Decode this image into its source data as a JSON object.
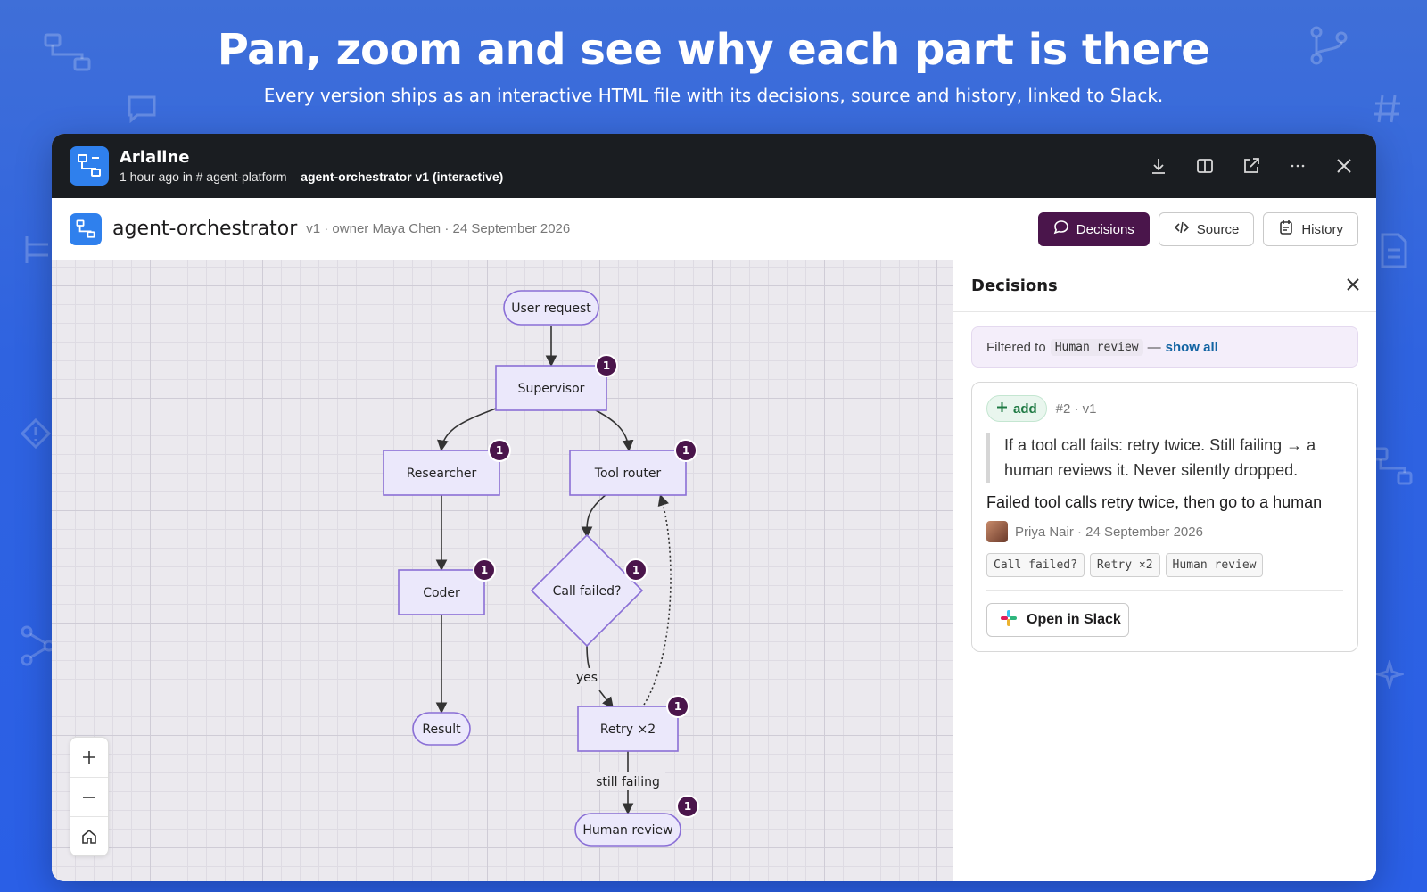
{
  "hero": {
    "title": "Pan, zoom and see why each part is there",
    "subtitle": "Every version ships as an interactive HTML file with its decisions, source and history, linked to Slack."
  },
  "titlebar": {
    "app_name": "Arialine",
    "time": "1 hour ago in",
    "channel": "# agent-platform",
    "separator": "–",
    "file": "agent-orchestrator v1 (interactive)",
    "actions": [
      "download-icon",
      "split-view-icon",
      "open-external-icon",
      "more-icon",
      "close-icon"
    ]
  },
  "doc": {
    "name": "agent-orchestrator",
    "meta": "v1 · owner Maya Chen · 24 September 2026",
    "tabs": [
      {
        "label": "Decisions",
        "icon": "comment-icon",
        "active": true
      },
      {
        "label": "Source",
        "icon": "code-icon",
        "active": false
      },
      {
        "label": "History",
        "icon": "calendar-icon",
        "active": false
      }
    ]
  },
  "diagram": {
    "nodes": {
      "user_request": "User request",
      "supervisor": "Supervisor",
      "researcher": "Researcher",
      "tool_router": "Tool router",
      "coder": "Coder",
      "call_failed": "Call failed?",
      "result": "Result",
      "retry": "Retry ×2",
      "human_review": "Human review"
    },
    "edge_labels": {
      "yes": "yes",
      "still_failing": "still failing"
    },
    "badge_count": "1"
  },
  "zoom": {
    "controls": [
      "zoom-in-icon",
      "zoom-out-icon",
      "home-icon"
    ]
  },
  "panel": {
    "title": "Decisions",
    "filter_prefix": "Filtered to",
    "filter_value": "Human review",
    "filter_dash": "—",
    "show_all": "show all",
    "card": {
      "badge": "add",
      "ref": "#2 · v1",
      "quote": "If a tool call fails: retry twice. Still failing → a human reviews it. Never silently dropped.",
      "summary": "Failed tool calls retry twice, then go to a human",
      "author": "Priya Nair · 24 September 2026",
      "tags": [
        "Call failed?",
        "Retry ×2",
        "Human review"
      ],
      "slack_button": "Open in Slack"
    }
  },
  "colors": {
    "accent": "#4a154b",
    "node_fill": "#ebe8fb",
    "node_stroke": "#8a6fd6",
    "badge": "#4a154b",
    "link": "#1264a3"
  }
}
